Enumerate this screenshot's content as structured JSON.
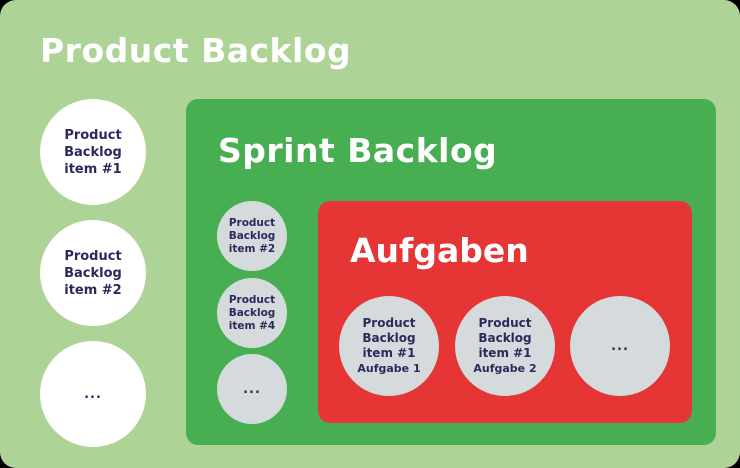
{
  "product_backlog": {
    "title": "Product Backlog",
    "items": [
      {
        "line1": "Product",
        "line2": "Backlog",
        "line3": "item #1"
      },
      {
        "line1": "Product",
        "line2": "Backlog",
        "line3": "item #2"
      },
      {
        "label": "..."
      }
    ]
  },
  "sprint_backlog": {
    "title": "Sprint Backlog",
    "items": [
      {
        "line1": "Product",
        "line2": "Backlog",
        "line3": "item #2"
      },
      {
        "line1": "Product",
        "line2": "Backlog",
        "line3": "item #4"
      },
      {
        "label": "..."
      }
    ]
  },
  "tasks": {
    "title": "Aufgaben",
    "items": [
      {
        "line1": "Product",
        "line2": "Backlog",
        "line3": "item #1",
        "line4": "Aufgabe 1"
      },
      {
        "line1": "Product",
        "line2": "Backlog",
        "line3": "item #1",
        "line4": "Aufgabe 2"
      },
      {
        "label": "..."
      }
    ]
  }
}
